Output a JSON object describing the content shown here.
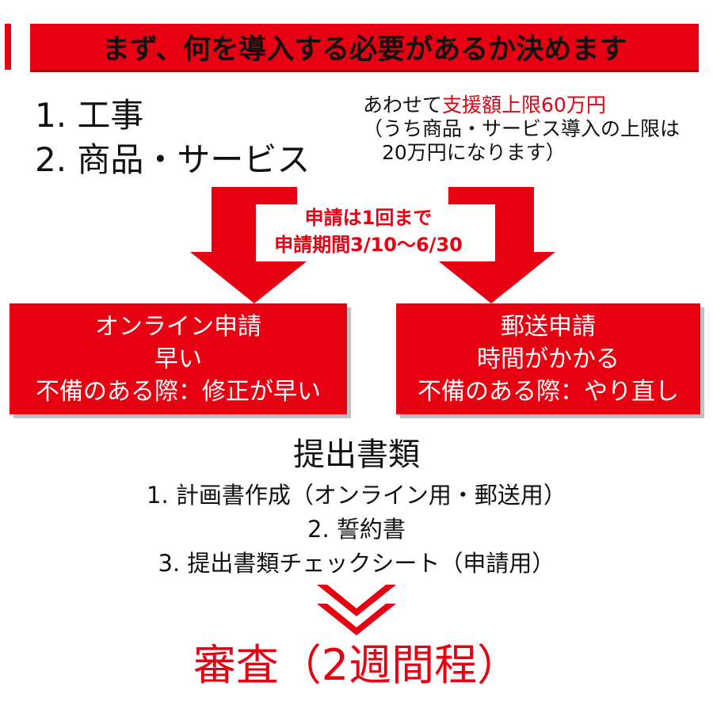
{
  "header": {
    "title": "まず、何を導入する必要があるか決めます"
  },
  "categories": {
    "items": [
      "1. 工事",
      "2. 商品・サービス"
    ]
  },
  "budget": {
    "prefix": "あわせて",
    "highlight": "支援額上限60万円",
    "line2": "（うち商品・サービス導入の上限は",
    "line3": "20万円になります）"
  },
  "application_note": {
    "line1": "申請は1回まで",
    "line2": "申請期間3/10～6/30"
  },
  "methods": {
    "online": {
      "title": "オンライン申請",
      "speed": "早い",
      "defect": "不備のある際：修正が早い"
    },
    "mail": {
      "title": "郵送申請",
      "speed": "時間がかかる",
      "defect": "不備のある際：やり直し"
    }
  },
  "documents": {
    "title": "提出書類",
    "items": [
      "1. 計画書作成（オンライン用・郵送用）",
      "2. 誓約書",
      "3. 提出書類チェックシート（申請用）"
    ]
  },
  "review": {
    "label": "審査（2週間程）"
  },
  "colors": {
    "accent": "#e60012",
    "text": "#111111",
    "box_text": "#ffffff"
  },
  "icons": {
    "flow_down": "double-chevron-down-icon",
    "branch_arrows": "down-arrow-icon"
  }
}
